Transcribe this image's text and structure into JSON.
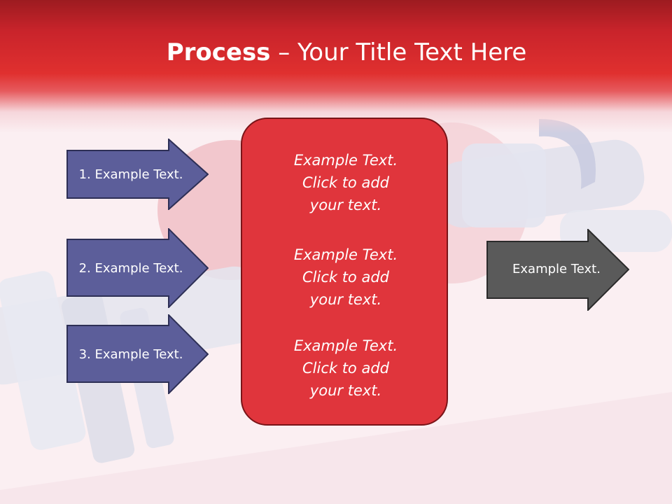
{
  "slide": {
    "title_bold": "Process",
    "title_rest": " – Your Title Text Here"
  },
  "left_arrows": [
    {
      "label": "1. Example Text."
    },
    {
      "label": "2. Example Text."
    },
    {
      "label": "3. Example Text."
    }
  ],
  "center_box": {
    "paragraphs": [
      {
        "line1": "Example Text.",
        "line2": "Click  to add",
        "line3": "your text."
      },
      {
        "line1": "Example Text.",
        "line2": "Click  to add",
        "line3": "your text."
      },
      {
        "line1": "Example Text.",
        "line2": "Click  to add",
        "line3": "your text."
      }
    ]
  },
  "right_arrow": {
    "label": "Example Text."
  },
  "colors": {
    "header_red": "#c9242b",
    "left_arrow_fill": "#5c5e9a",
    "center_box_fill": "#e0353c",
    "right_arrow_fill": "#5a5a5a"
  }
}
